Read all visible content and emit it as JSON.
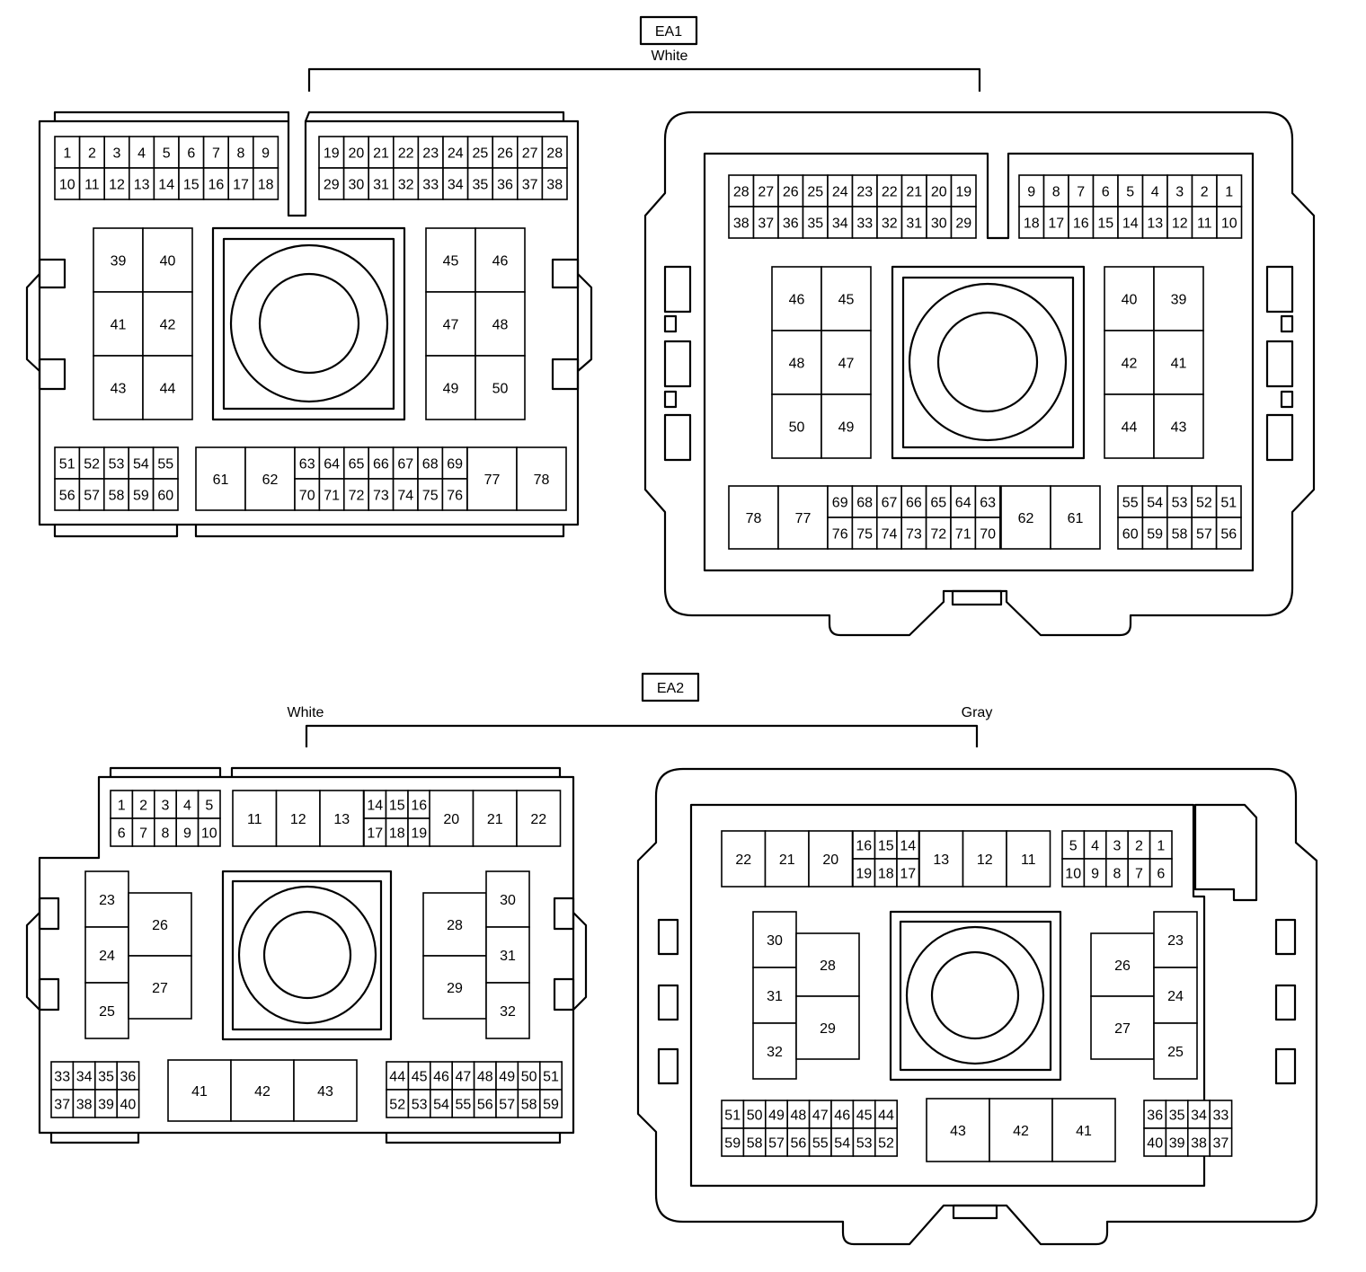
{
  "ea1": {
    "label": "EA1",
    "color_label": "White",
    "left_connector": {
      "top_row1": [
        "1",
        "2",
        "3",
        "4",
        "5",
        "6",
        "7",
        "8",
        "9"
      ],
      "top_row2": [
        "10",
        "11",
        "12",
        "13",
        "14",
        "15",
        "16",
        "17",
        "18"
      ],
      "top_row3": [
        "19",
        "20",
        "21",
        "22",
        "23",
        "24",
        "25",
        "26",
        "27",
        "28"
      ],
      "top_row4": [
        "29",
        "30",
        "31",
        "32",
        "33",
        "34",
        "35",
        "36",
        "37",
        "38"
      ],
      "left_block": [
        [
          "39",
          "40"
        ],
        [
          "41",
          "42"
        ],
        [
          "43",
          "44"
        ]
      ],
      "right_block": [
        [
          "45",
          "46"
        ],
        [
          "47",
          "48"
        ],
        [
          "49",
          "50"
        ]
      ],
      "small_bottom_row1": [
        "51",
        "52",
        "53",
        "54",
        "55"
      ],
      "small_bottom_row2": [
        "56",
        "57",
        "58",
        "59",
        "60"
      ],
      "bottom_large_left": [
        "61",
        "62"
      ],
      "bottom_mid_row1": [
        "63",
        "64",
        "65",
        "66",
        "67",
        "68",
        "69"
      ],
      "bottom_mid_row2": [
        "70",
        "71",
        "72",
        "73",
        "74",
        "75",
        "76"
      ],
      "bottom_large_right": [
        "77",
        "78"
      ]
    },
    "right_connector": {
      "top_row1": [
        "28",
        "27",
        "26",
        "25",
        "24",
        "23",
        "22",
        "21",
        "20",
        "19"
      ],
      "top_row2": [
        "38",
        "37",
        "36",
        "35",
        "34",
        "33",
        "32",
        "31",
        "30",
        "29"
      ],
      "top_row3": [
        "9",
        "8",
        "7",
        "6",
        "5",
        "4",
        "3",
        "2",
        "1"
      ],
      "top_row4": [
        "18",
        "17",
        "16",
        "15",
        "14",
        "13",
        "12",
        "11",
        "10"
      ],
      "left_block": [
        [
          "46",
          "45"
        ],
        [
          "48",
          "47"
        ],
        [
          "50",
          "49"
        ]
      ],
      "right_block": [
        [
          "40",
          "39"
        ],
        [
          "42",
          "41"
        ],
        [
          "44",
          "43"
        ]
      ],
      "bottom_large_left": [
        "78",
        "77"
      ],
      "bottom_mid_row1": [
        "69",
        "68",
        "67",
        "66",
        "65",
        "64",
        "63"
      ],
      "bottom_mid_row2": [
        "76",
        "75",
        "74",
        "73",
        "72",
        "71",
        "70"
      ],
      "bottom_large_right": [
        "62",
        "61"
      ],
      "small_bottom_row1": [
        "55",
        "54",
        "53",
        "52",
        "51"
      ],
      "small_bottom_row2": [
        "60",
        "59",
        "58",
        "57",
        "56"
      ]
    }
  },
  "ea2": {
    "label": "EA2",
    "left_color_label": "White",
    "right_color_label": "Gray",
    "left_connector": {
      "small_top_row1": [
        "1",
        "2",
        "3",
        "4",
        "5"
      ],
      "small_top_row2": [
        "6",
        "7",
        "8",
        "9",
        "10"
      ],
      "top_large_a": [
        "11",
        "12",
        "13"
      ],
      "top_mid_row1": [
        "14",
        "15",
        "16"
      ],
      "top_mid_row2": [
        "17",
        "18",
        "19"
      ],
      "top_large_b": [
        "20",
        "21",
        "22"
      ],
      "left_col": [
        "23",
        "24",
        "25"
      ],
      "left_big": [
        "26",
        "27"
      ],
      "right_big": [
        "28",
        "29"
      ],
      "right_col": [
        "30",
        "31",
        "32"
      ],
      "bottom_small_row1": [
        "33",
        "34",
        "35",
        "36"
      ],
      "bottom_small_row2": [
        "37",
        "38",
        "39",
        "40"
      ],
      "bottom_large": [
        "41",
        "42",
        "43"
      ],
      "bottom_right_row1": [
        "44",
        "45",
        "46",
        "47",
        "48",
        "49",
        "50",
        "51"
      ],
      "bottom_right_row2": [
        "52",
        "53",
        "54",
        "55",
        "56",
        "57",
        "58",
        "59"
      ]
    },
    "right_connector": {
      "top_large_a": [
        "22",
        "21",
        "20"
      ],
      "top_mid_row1": [
        "16",
        "15",
        "14"
      ],
      "top_mid_row2": [
        "19",
        "18",
        "17"
      ],
      "top_large_b": [
        "13",
        "12",
        "11"
      ],
      "small_top_row1": [
        "5",
        "4",
        "3",
        "2",
        "1"
      ],
      "small_top_row2": [
        "10",
        "9",
        "8",
        "7",
        "6"
      ],
      "left_col": [
        "30",
        "31",
        "32"
      ],
      "left_big": [
        "28",
        "29"
      ],
      "right_big": [
        "26",
        "27"
      ],
      "right_col": [
        "23",
        "24",
        "25"
      ],
      "bottom_left_row1": [
        "51",
        "50",
        "49",
        "48",
        "47",
        "46",
        "45",
        "44"
      ],
      "bottom_left_row2": [
        "59",
        "58",
        "57",
        "56",
        "55",
        "54",
        "53",
        "52"
      ],
      "bottom_large": [
        "43",
        "42",
        "41"
      ],
      "bottom_small_row1": [
        "36",
        "35",
        "34",
        "33"
      ],
      "bottom_small_row2": [
        "40",
        "39",
        "38",
        "37"
      ]
    }
  }
}
